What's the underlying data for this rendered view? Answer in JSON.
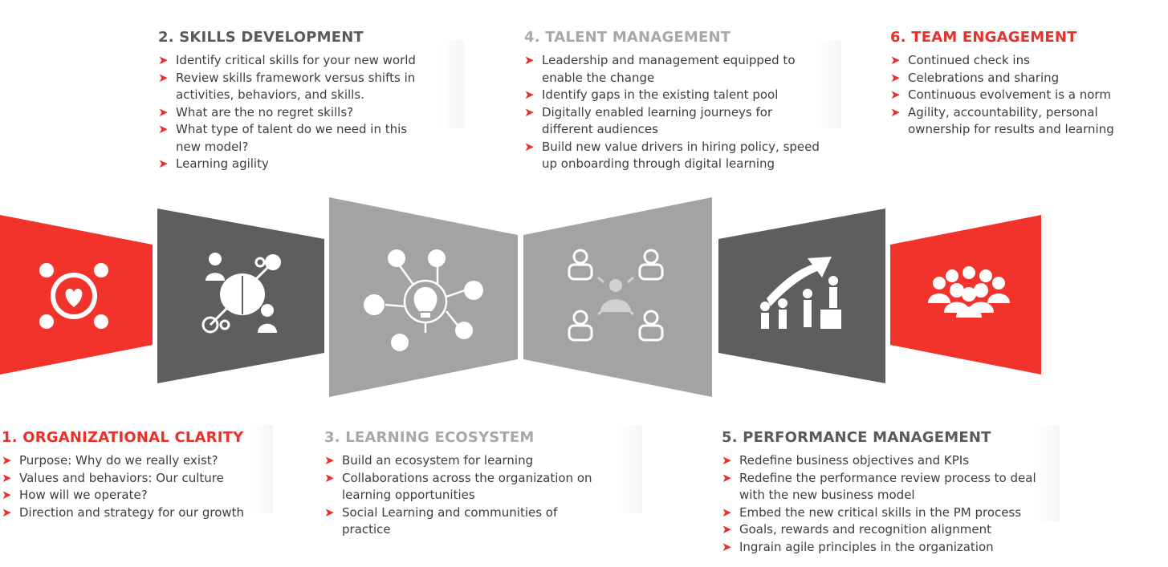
{
  "colors": {
    "red": "#f2332b",
    "dark_gray": "#5e5e5e",
    "mid_gray": "#a3a3a3",
    "text": "#3d3d3d",
    "chevron": "#e8312a",
    "light_title": "#a8a8a8",
    "dark_title": "#5a5a5a"
  },
  "sections": {
    "s1": {
      "title": "1. ORGANIZATIONAL CLARITY",
      "items": [
        "Purpose: Why do we really exist?",
        "Values and behaviors: Our culture",
        "How will we operate?",
        "Direction and strategy for our growth"
      ]
    },
    "s2": {
      "title": "2. SKILLS DEVELOPMENT",
      "items": [
        "Identify critical skills for your new world",
        "Review skills framework versus shifts in activities, behaviors, and skills.",
        "What are the no regret skills?",
        "What type of talent do we need in this new model?",
        "Learning agility"
      ]
    },
    "s3": {
      "title": "3. LEARNING ECOSYSTEM",
      "items": [
        "Build an ecosystem for learning",
        "Collaborations across the organization on learning opportunities",
        "Social Learning and communities of practice"
      ]
    },
    "s4": {
      "title": "4. TALENT MANAGEMENT",
      "items": [
        "Leadership and management equipped to enable the change",
        "Identify gaps in the existing talent pool",
        "Digitally enabled learning journeys for different audiences",
        "Build new value drivers in hiring policy, speed up onboarding through digital learning"
      ]
    },
    "s5": {
      "title": "5. PERFORMANCE MANAGEMENT",
      "items": [
        "Redefine business objectives and KPIs",
        "Redefine the performance review process to deal with the new business model",
        "Embed the new critical skills in the PM process",
        "Goals, rewards and recognition alignment",
        "Ingrain agile principles in the organization"
      ]
    },
    "s6": {
      "title": "6. TEAM ENGAGEMENT",
      "items": [
        "Continued check ins",
        "Celebrations and sharing",
        "Continuous evolvement is a norm",
        "Agility, accountability, personal ownership for results and learning"
      ]
    }
  },
  "panels": [
    {
      "name": "organizational-clarity-panel",
      "icon": "heart-cycle-icon",
      "color": "#f2332b"
    },
    {
      "name": "skills-development-panel",
      "icon": "brain-network-icon",
      "color": "#5e5e5e"
    },
    {
      "name": "learning-ecosystem-panel",
      "icon": "lightbulb-network-icon",
      "color": "#a3a3a3"
    },
    {
      "name": "talent-management-panel",
      "icon": "people-network-icon",
      "color": "#a3a3a3"
    },
    {
      "name": "performance-management-panel",
      "icon": "growth-arrow-team-icon",
      "color": "#5e5e5e"
    },
    {
      "name": "team-engagement-panel",
      "icon": "team-group-icon",
      "color": "#f2332b"
    }
  ]
}
